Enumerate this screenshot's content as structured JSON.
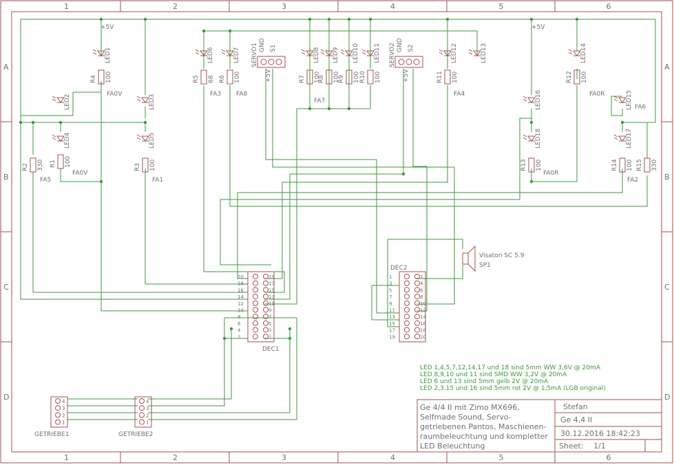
{
  "frame": {
    "columns": [
      "1",
      "2",
      "3",
      "4",
      "5",
      "6"
    ],
    "rows": [
      "A",
      "B",
      "C",
      "D"
    ]
  },
  "power": {
    "plus5v": "+5V",
    "gnd": "GND",
    "plus5v_vert": "+5V"
  },
  "leds": [
    {
      "ref": "LED1"
    },
    {
      "ref": "LED2"
    },
    {
      "ref": "LED3"
    },
    {
      "ref": "LED4"
    },
    {
      "ref": "LED5"
    },
    {
      "ref": "LED6"
    },
    {
      "ref": "LED7"
    },
    {
      "ref": "LED8"
    },
    {
      "ref": "LED9"
    },
    {
      "ref": "LED10"
    },
    {
      "ref": "LED11"
    },
    {
      "ref": "LED12"
    },
    {
      "ref": "LED13"
    },
    {
      "ref": "LED14"
    },
    {
      "ref": "LED15"
    },
    {
      "ref": "LED16"
    },
    {
      "ref": "LED17"
    },
    {
      "ref": "LED18"
    }
  ],
  "resistors": [
    {
      "ref": "R1",
      "value": "100"
    },
    {
      "ref": "R2",
      "value": "330"
    },
    {
      "ref": "R3",
      "value": "100"
    },
    {
      "ref": "R4",
      "value": "100"
    },
    {
      "ref": "R5",
      "value": "68"
    },
    {
      "ref": "R6",
      "value": "100"
    },
    {
      "ref": "R7",
      "value": "100"
    },
    {
      "ref": "R8",
      "value": "100"
    },
    {
      "ref": "R9",
      "value": "100"
    },
    {
      "ref": "R10",
      "value": "100"
    },
    {
      "ref": "R11",
      "value": "100"
    },
    {
      "ref": "R12",
      "value": "100"
    },
    {
      "ref": "R13",
      "value": "100"
    },
    {
      "ref": "R14",
      "value": "100"
    },
    {
      "ref": "R15",
      "value": "330"
    }
  ],
  "nets": {
    "fa0v": "FA0V",
    "fa0v2": "FA0V",
    "fa5": "FA5",
    "fa1": "FA1",
    "fa3": "FA3",
    "fa8": "FA8",
    "fa7": "FA7",
    "fa4": "FA4",
    "fa0r": "FA0R",
    "fa0r2": "FA0R",
    "fa6": "FA6",
    "fa2": "FA2"
  },
  "servos": [
    {
      "name": "SERVO1",
      "ref": "S1"
    },
    {
      "name": "SERVO2",
      "ref": "S2"
    }
  ],
  "connectors": {
    "dec1": {
      "name": "DEC1",
      "pins_left": [
        "20",
        "18",
        "16",
        "14",
        "12",
        "10",
        "8",
        "6",
        "4",
        "2"
      ],
      "pins_right": [
        "19",
        "17",
        "15",
        "13",
        "11",
        "9",
        "7",
        "5",
        "3",
        "1"
      ]
    },
    "dec2": {
      "name": "DEC2",
      "pins_left": [
        "1",
        "3",
        "5",
        "7",
        "9",
        "11",
        "13",
        "15",
        "17",
        "19"
      ],
      "pins_right": [
        "2",
        "4",
        "6",
        "8",
        "10",
        "12",
        "14",
        "16",
        "18",
        "20"
      ]
    },
    "getriebe1": {
      "name": "GETRIEBE1",
      "pins": [
        "4",
        "3",
        "2",
        "1"
      ]
    },
    "getriebe2": {
      "name": "GETRIEBE2",
      "pins": [
        "4",
        "3",
        "2",
        "1"
      ]
    }
  },
  "speaker": {
    "model": "Visaton SC 5.9",
    "ref": "SP1"
  },
  "notes": [
    "LED 1,4,5,7,12,14,17 und 18 sind 5mm WW 3,6V @ 20mA",
    "LED 8,9,10 und 11 sind SMD WW 3,2V @ 20mA",
    "LED 6 und 13 sind 5mm gelb 2V @ 20mA",
    "LED 2,3,15 und 16 sind 5mm rot 2V @ 1,5mA (LGB original)"
  ],
  "title_block": {
    "description": [
      "Ge 4/4 II mit Zimo MX696,",
      "Selfmade Sound, Servo-",
      "getriebenen Pantos, Maschienen-",
      "raumbeleuchtung und kompletter",
      "LED Beleuchtung"
    ],
    "author": "Stefan",
    "project": "Ge 4,4 II",
    "date": "30.12.2016 18:42:23",
    "sheet_label": "Sheet:",
    "sheet_value": "1/1"
  },
  "colors": {
    "frame": "#a0524a",
    "wire": "#3a9a3a",
    "text": "#707070"
  }
}
